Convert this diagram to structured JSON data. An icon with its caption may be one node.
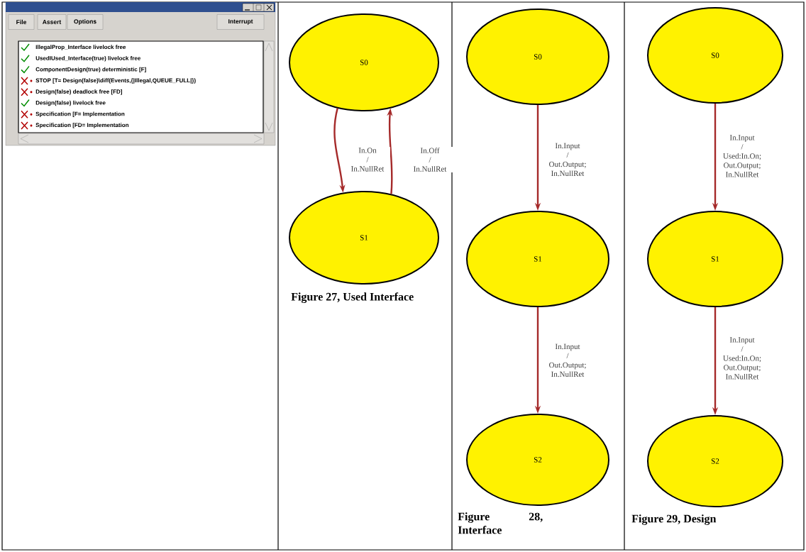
{
  "diagram": {
    "nodes": [
      {
        "text": [
          "S0"
        ]
      },
      {
        "text": [
          "S1"
        ]
      },
      {
        "text": [
          "S0"
        ]
      },
      {
        "text": [
          "S1"
        ]
      },
      {
        "text": [
          "S2"
        ]
      },
      {
        "text": [
          "S0"
        ]
      },
      {
        "text": [
          "S1"
        ]
      },
      {
        "text": [
          "S2"
        ]
      }
    ],
    "edges": [
      {
        "from": 0,
        "to": 1,
        "arrow": "to",
        "label": "In.On / In.NullRet"
      },
      {
        "from": 1,
        "to": 0,
        "arrow": "to",
        "label": "In.Off / In.NullRet"
      },
      {
        "from": 2,
        "to": 3,
        "arrow": "to",
        "label": "In.Input / Out.Output; In.NullRet"
      },
      {
        "from": 3,
        "to": 4,
        "arrow": "to",
        "label": "In.Input / Out.Output; In.NullRet"
      },
      {
        "from": 5,
        "to": 6,
        "arrow": "to",
        "label": "In.Input / Used:In.On; Out.Output; In.NullRet"
      },
      {
        "from": 6,
        "to": 7,
        "arrow": "to",
        "label": "In.Input / Used:In.On; Out.Output; In.NullRet"
      }
    ],
    "labels": [
      "File",
      "Assert",
      "Options",
      "Interrupt",
      "IllegalProp_Interface livelock free",
      "UsedIUsed_Interface(true) livelock free",
      "ComponentDesign(true) deterministic [F]",
      "STOP [T= Design(false)\\diff(Events,{|Illegal,QUEUE_FULL|})",
      "Design(false) deadlock free [FD]",
      "Design(false) livelock free",
      "Specification [F= Implementation",
      "Specification [FD= Implementation",
      "Figure 27, Used Interface",
      "Figure 28, Interface",
      "Figure 29, Design"
    ]
  }
}
